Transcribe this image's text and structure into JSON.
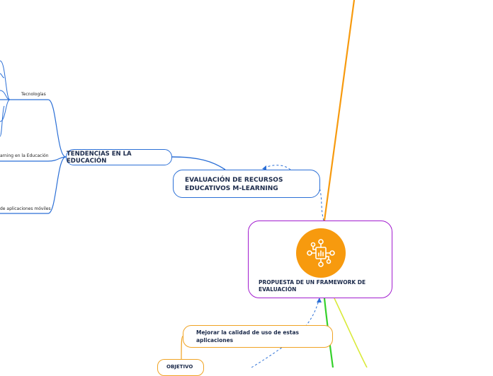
{
  "nodes": {
    "tecnologias": "Tecnologías",
    "mlearning_educacion": "arning en la Educación",
    "aplicaciones_moviles": "de aplicaciones móviles",
    "tendencias": "TENDENCIAS EN LA EDUCACIÓN",
    "evaluacion": "EVALUACIÓN DE RECURSOS EDUCATIVOS M-LEARNING",
    "propuesta": "PROPUESTA DE UN FRAMEWORK DE EVALUACIÓN",
    "mejorar": "Mejorar la calidad de uso de estas aplicaciones",
    "objetivo": "OBJETIVO"
  },
  "icons": {
    "central": "network-analytics-icon"
  },
  "colors": {
    "blue_branch": "#2b6fd6",
    "orange_branch": "#f79a0e",
    "green_branch": "#35d12b",
    "yellow_branch": "#d9ea3a",
    "purple_border": "#a21ccf",
    "orange_border": "#f0a323",
    "text_dark": "#1b2a4a"
  }
}
